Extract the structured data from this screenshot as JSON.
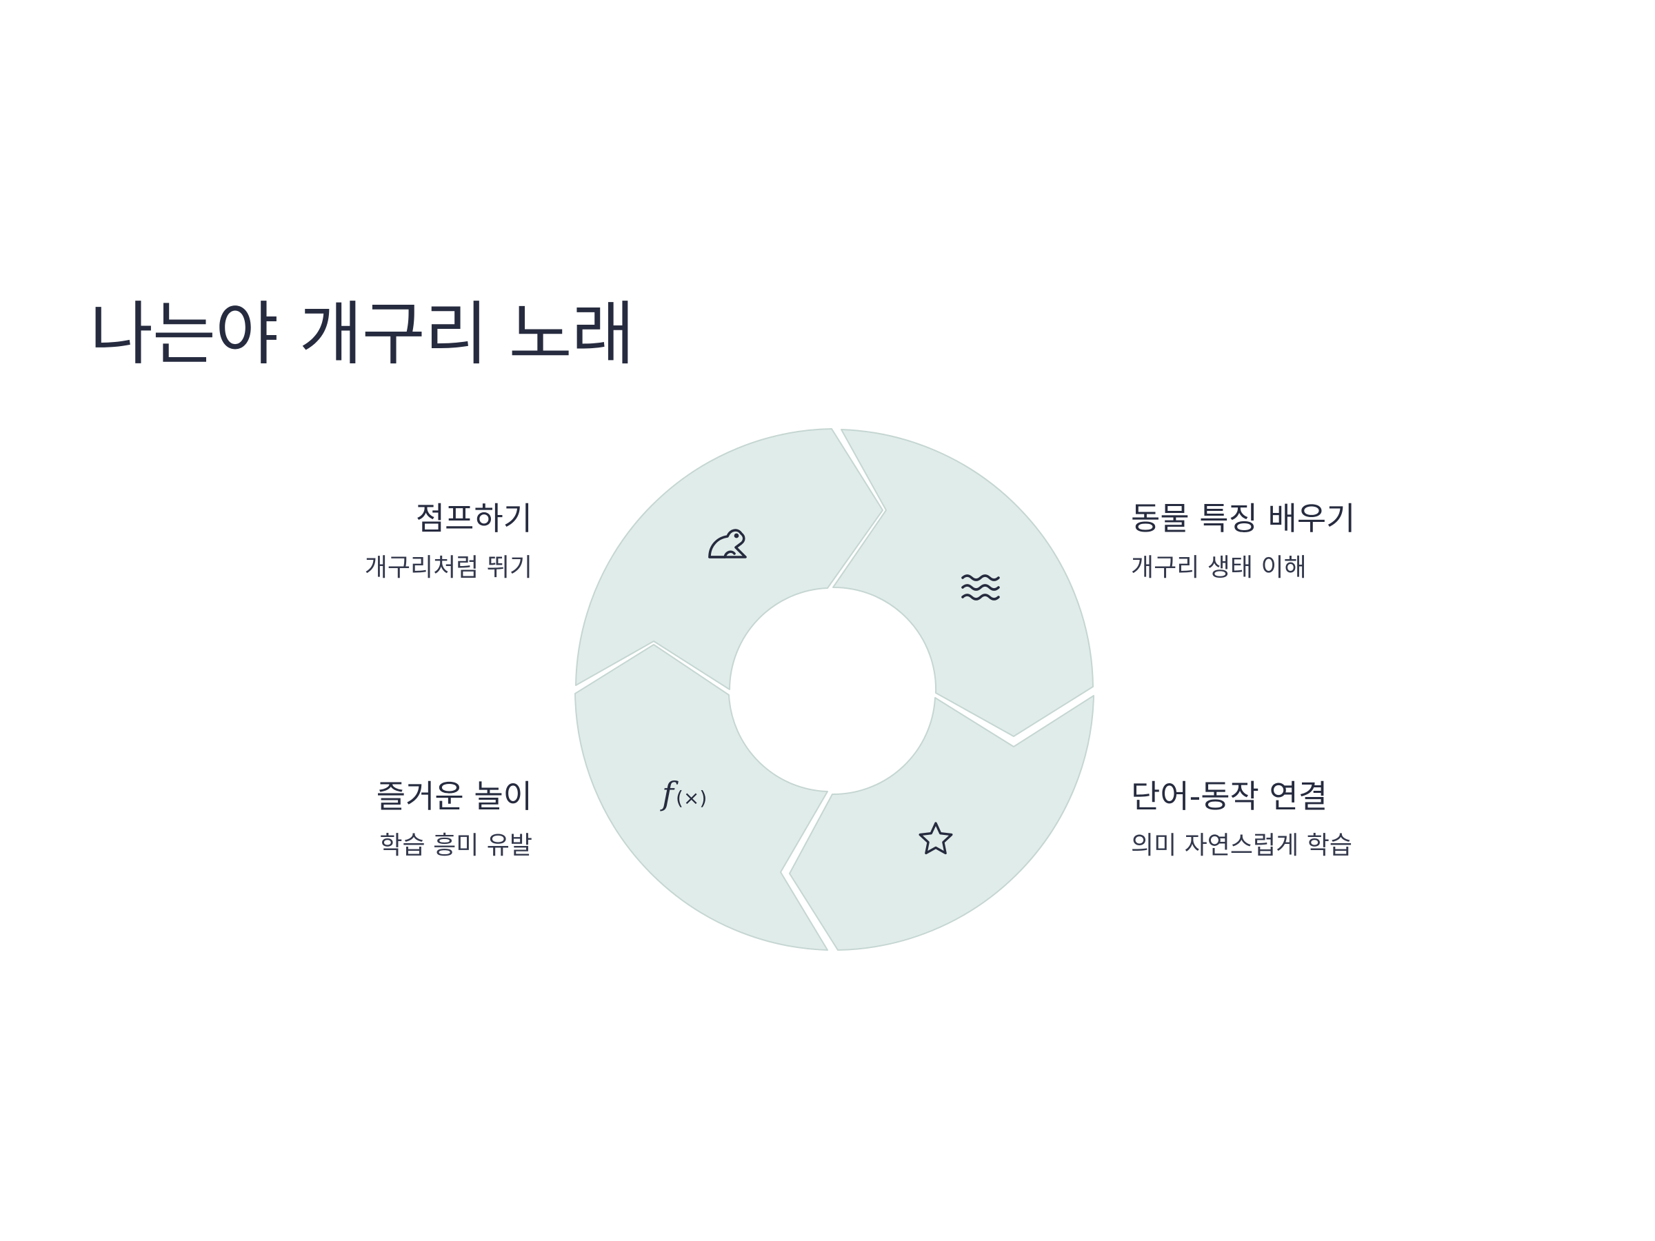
{
  "title": "나는야 개구리 노래",
  "colors": {
    "segment_fill": "#e0ece9",
    "segment_stroke": "#c5d6d2",
    "text": "#262b3f",
    "background": "#ffffff"
  },
  "steps": [
    {
      "icon": "frog-icon",
      "title": "점프하기",
      "subtitle": "개구리처럼 뛰기"
    },
    {
      "icon": "waves-icon",
      "title": "동물 특징 배우기",
      "subtitle": "개구리 생태 이해"
    },
    {
      "icon": "star-icon",
      "title": "단어-동작 연결",
      "subtitle": "의미 자연스럽게 학습"
    },
    {
      "icon": "function-icon",
      "title": "즐거운 놀이",
      "subtitle": "학습 흥미 유발"
    }
  ]
}
